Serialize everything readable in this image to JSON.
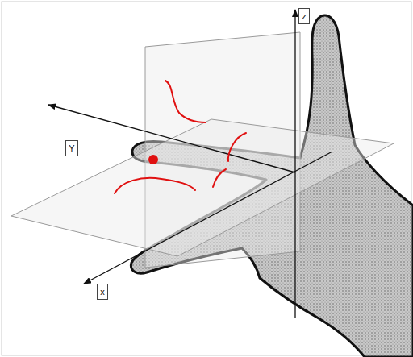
{
  "diagram": {
    "nodes": [
      {
        "text": [
          "z"
        ]
      },
      {
        "text": [
          "Y"
        ]
      },
      {
        "text": [
          "x"
        ]
      }
    ]
  }
}
